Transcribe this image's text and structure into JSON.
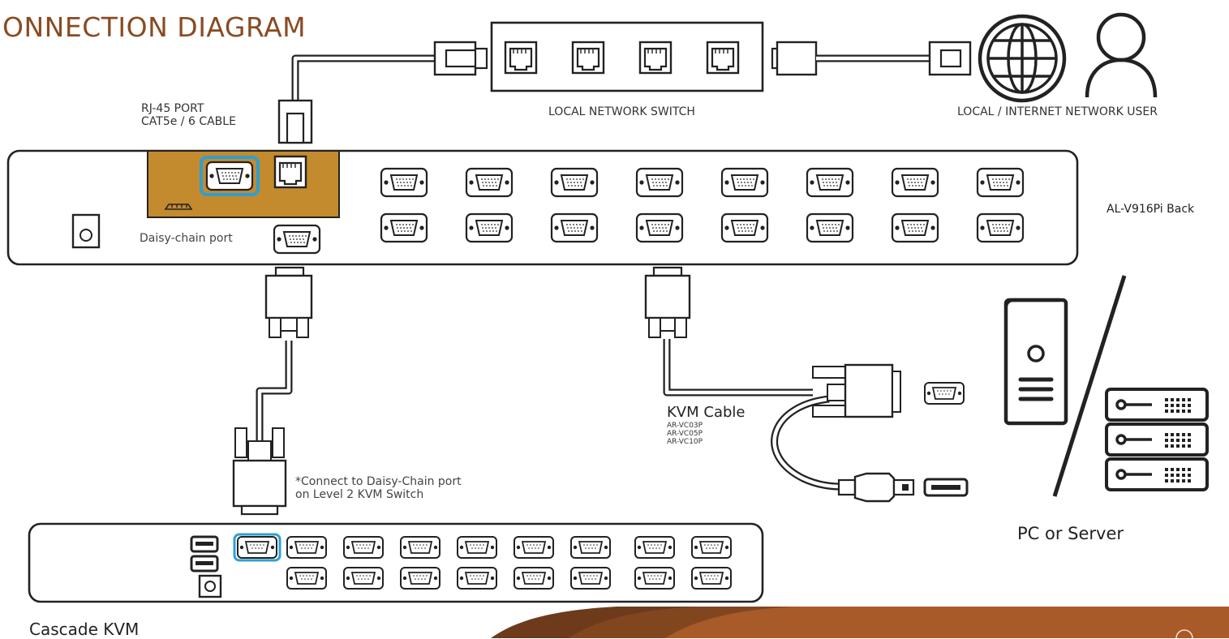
{
  "header": {
    "title": "ONNECTION DIAGRAM"
  },
  "labels": {
    "rj45_port": "RJ-45 PORT",
    "cat_cable": "CAT5e / 6 CABLE",
    "network_switch": "LOCAL NETWORK SWITCH",
    "network_user": "LOCAL / INTERNET NETWORK USER",
    "kvm_back": "AL-V916Pi Back",
    "daisy_chain_port": "Daisy-chain port",
    "kvm_cable": "KVM Cable",
    "kvm_cable_models": [
      "AR-VC03P",
      "AR-VC05P",
      "AR-VC10P"
    ],
    "daisy_note_line1": "*Connect to Daisy-Chain port",
    "daisy_note_line2": "on Level 2 KVM Switch",
    "pc_or_server": "PC or Server",
    "cascade_kvm": "Cascade KVM"
  },
  "colors": {
    "stroke": "#222222",
    "accent_panel": "#c48a2e",
    "highlight_port": "#2f9fd1",
    "brand_brown": "#8a4b22"
  },
  "icons": [
    "globe-icon",
    "user-icon",
    "pc-tower-icon",
    "server-rack-icon",
    "usb-port-icon",
    "vga-port-icon",
    "rj45-port-icon"
  ]
}
